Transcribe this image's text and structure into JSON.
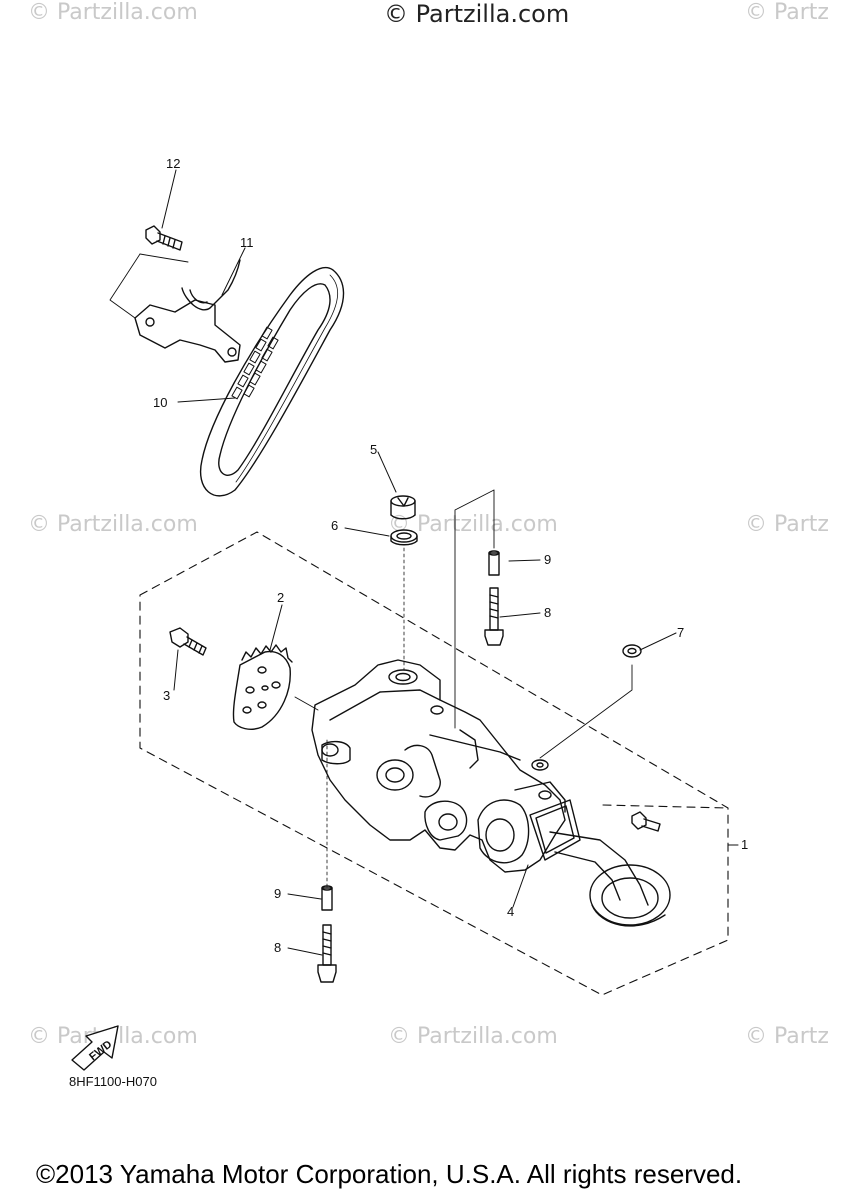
{
  "watermark": {
    "top": "© Partzilla.com",
    "tile": "© Partzilla.com",
    "tile_clip": "© Partz"
  },
  "callouts": {
    "c1": "1",
    "c2": "2",
    "c3": "3",
    "c4": "4",
    "c5": "5",
    "c6": "6",
    "c7": "7",
    "c8a": "8",
    "c8b": "8",
    "c9a": "9",
    "c9b": "9",
    "c10": "10",
    "c11": "11",
    "c12": "12"
  },
  "fwd_label": "FWD",
  "diagram_code": "8HF1100-H070",
  "copyright": "©2013 Yamaha Motor Corporation, U.S.A. All rights reserved."
}
